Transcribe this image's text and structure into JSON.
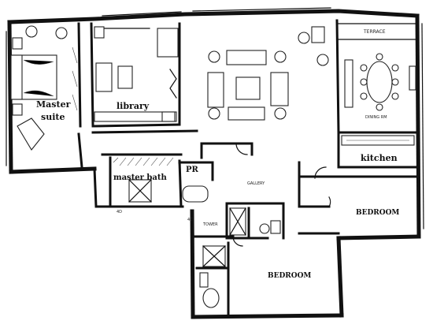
{
  "rooms": {
    "master_suite_line1": "Master",
    "master_suite_line2": "suite",
    "library": "library",
    "master_bath": "master bath",
    "powder_room": "PR",
    "kitchen": "kitchen",
    "bedroom_right": "BEDROOM",
    "bedroom_bottom": "BEDROOM",
    "terrace": "TERRACE",
    "dining": "DINING RM",
    "gallery": "GALLERY",
    "tower": "TOWER"
  },
  "marks": {
    "marker_4d": "4D",
    "marker_4c": "4C"
  }
}
